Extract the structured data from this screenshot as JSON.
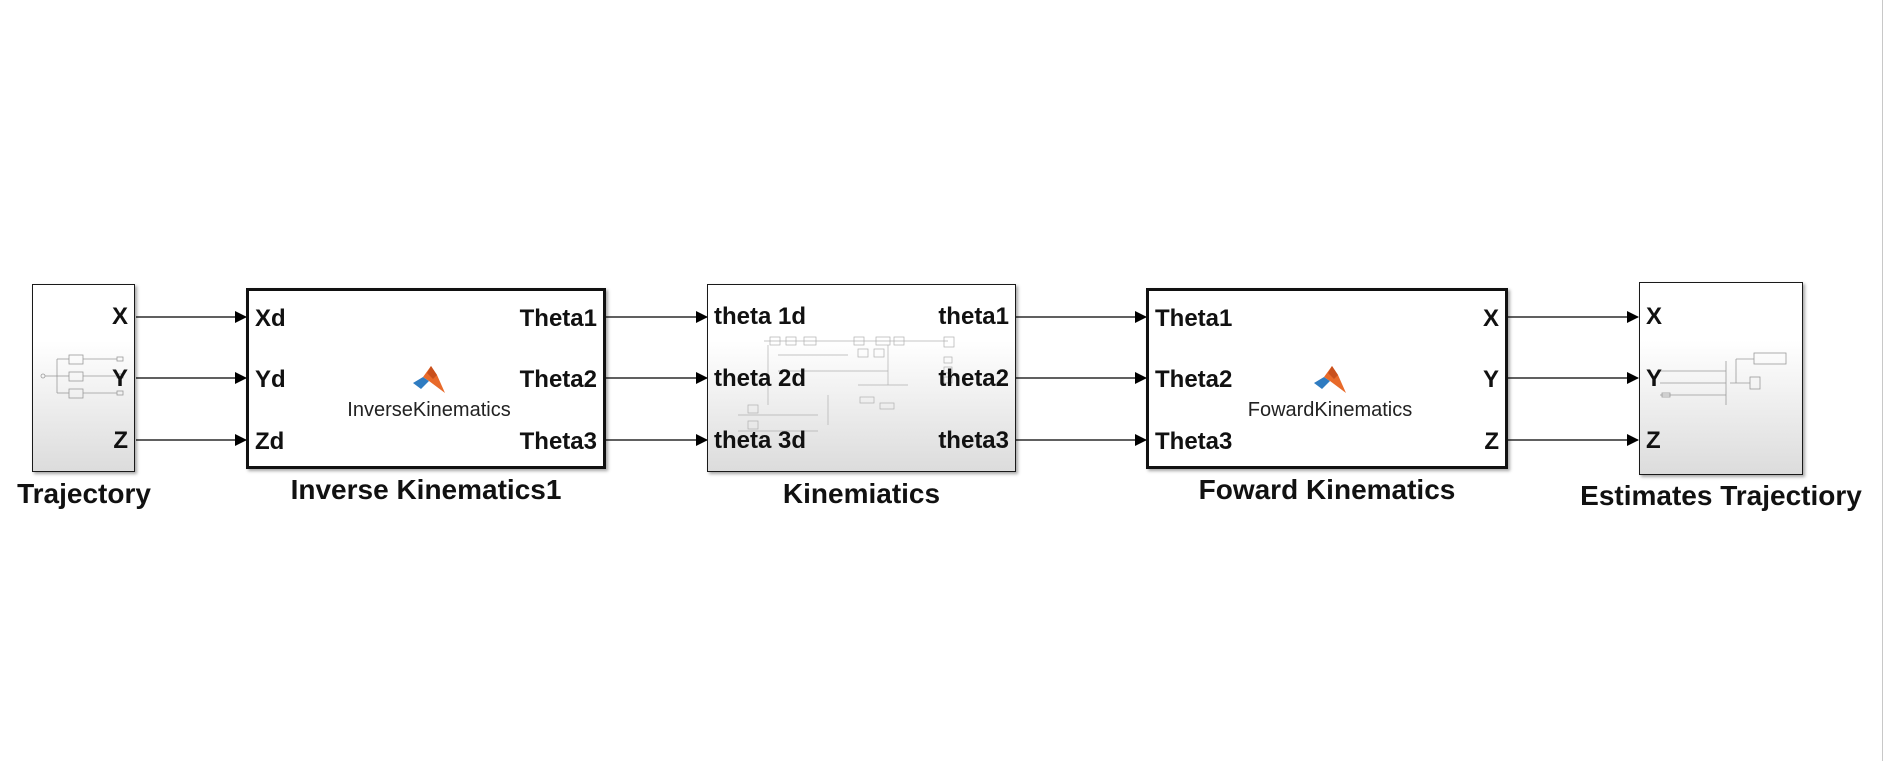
{
  "blocks": {
    "trajectory": {
      "label": "Trajectory",
      "outputs": [
        "X",
        "Y",
        "Z"
      ]
    },
    "inverse_kinematics": {
      "label": "Inverse Kinematics1",
      "function_name": "InverseKinematics",
      "inputs": [
        "Xd",
        "Yd",
        "Zd"
      ],
      "outputs": [
        "Theta1",
        "Theta2",
        "Theta3"
      ]
    },
    "kinematics": {
      "label": "Kinemiatics",
      "inputs": [
        "theta 1d",
        "theta 2d",
        "theta 3d"
      ],
      "outputs": [
        "theta1",
        "theta2",
        "theta3"
      ]
    },
    "forward_kinematics": {
      "label": "Foward Kinematics",
      "function_name": "FowardKinematics",
      "inputs": [
        "Theta1",
        "Theta2",
        "Theta3"
      ],
      "outputs": [
        "X",
        "Y",
        "Z"
      ]
    },
    "estimates_trajectory": {
      "label": "Estimates Trajectiory",
      "inputs": [
        "X",
        "Y",
        "Z"
      ]
    }
  },
  "icons": {
    "matlab_logo": "matlab-logo-icon"
  },
  "colors": {
    "block_border": "#111111",
    "signal_line": "#000000",
    "logo_orange": "#e86a2a",
    "logo_blue": "#2f7cc1"
  }
}
